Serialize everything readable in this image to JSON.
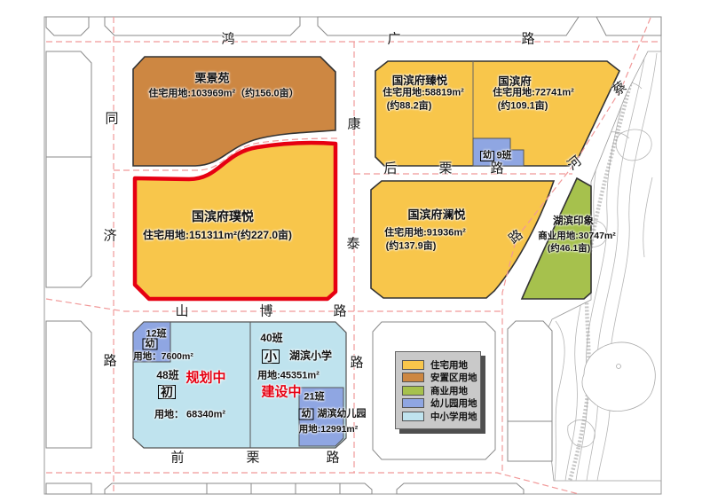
{
  "colors": {
    "residential": "#F8C64B",
    "resettlement": "#CD8742",
    "commercial": "#A6C14D",
    "kindergarten": "#8FA6E2",
    "school": "#BFE3EE",
    "highlight_red": "#E60012",
    "status_red": "#E60012",
    "road_dash_pink": "#F19999",
    "outline_gray": "#8A8A8A",
    "outline_dark": "#333333",
    "legend_bg": "#C9C9C9"
  },
  "roads": {
    "hongguang": {
      "name": "鸿广路",
      "chars": [
        "鸿",
        "广",
        "路"
      ]
    },
    "tongji": {
      "name": "同济路",
      "chars": [
        "同",
        "济",
        "路"
      ]
    },
    "kangtai": {
      "name": "康泰路",
      "chars": [
        "康",
        "泰",
        "路"
      ]
    },
    "shanbo": {
      "name": "山博路",
      "chars": [
        "山",
        "博",
        "路"
      ]
    },
    "houli": {
      "name": "后栗路",
      "chars": [
        "后",
        "栗",
        "路"
      ]
    },
    "qianli": {
      "name": "前栗路",
      "chars": [
        "前",
        "栗",
        "路"
      ]
    },
    "caihe": {
      "name": "蔡河",
      "chars": [
        "蔡",
        "河"
      ]
    },
    "diagonal": {
      "name": "路",
      "chars": [
        "路"
      ]
    }
  },
  "parcels": {
    "lijingyuan": {
      "name": "栗景苑",
      "info": "住宅用地:103969m²（约156.0亩）"
    },
    "zhenyue": {
      "name": "国滨府臻悦",
      "info1": "住宅用地:58819m²",
      "info2": "(约88.2亩)"
    },
    "guobinfu": {
      "name": "国滨府",
      "info1": "住宅用地:72741m²",
      "info2": "(约109.1亩)"
    },
    "puyue": {
      "name": "国滨府璞悦",
      "info": "住宅用地:151311m²(约227.0亩)"
    },
    "lanyue": {
      "name": "国滨府澜悦",
      "info1": "住宅用地:91936m²",
      "info2": "(约137.9亩)"
    },
    "hubin_impression": {
      "name": "湖滨印象",
      "info1": "商业用地:30747m²",
      "info2": "(约46.1亩)"
    }
  },
  "school_block": {
    "kindergarten12": {
      "classes": "12班",
      "badge": "幼",
      "area": "用地：7600m²"
    },
    "middle_school": {
      "classes": "48班",
      "badge": "初",
      "area": "用地： 68340m²",
      "status": "规划中"
    },
    "primary_school": {
      "classes": "40班",
      "badge": "小",
      "name": "湖滨小学",
      "area": "用地:45351m²",
      "status": "建设中"
    },
    "kindergarten21": {
      "classes": "21班",
      "badge": "幼",
      "name": "湖滨幼儿园",
      "area": "用地:12991m²"
    },
    "kindergarten9": {
      "badge": "幼",
      "classes": "9班"
    }
  },
  "legend": {
    "items": [
      {
        "label": "住宅用地",
        "color": "#F8C64B"
      },
      {
        "label": "安置区用地",
        "color": "#CD8742"
      },
      {
        "label": "商业用地",
        "color": "#A6C14D"
      },
      {
        "label": "幼儿园用地",
        "color": "#8FA6E2"
      },
      {
        "label": "中小学用地",
        "color": "#BFE3EE"
      }
    ]
  }
}
